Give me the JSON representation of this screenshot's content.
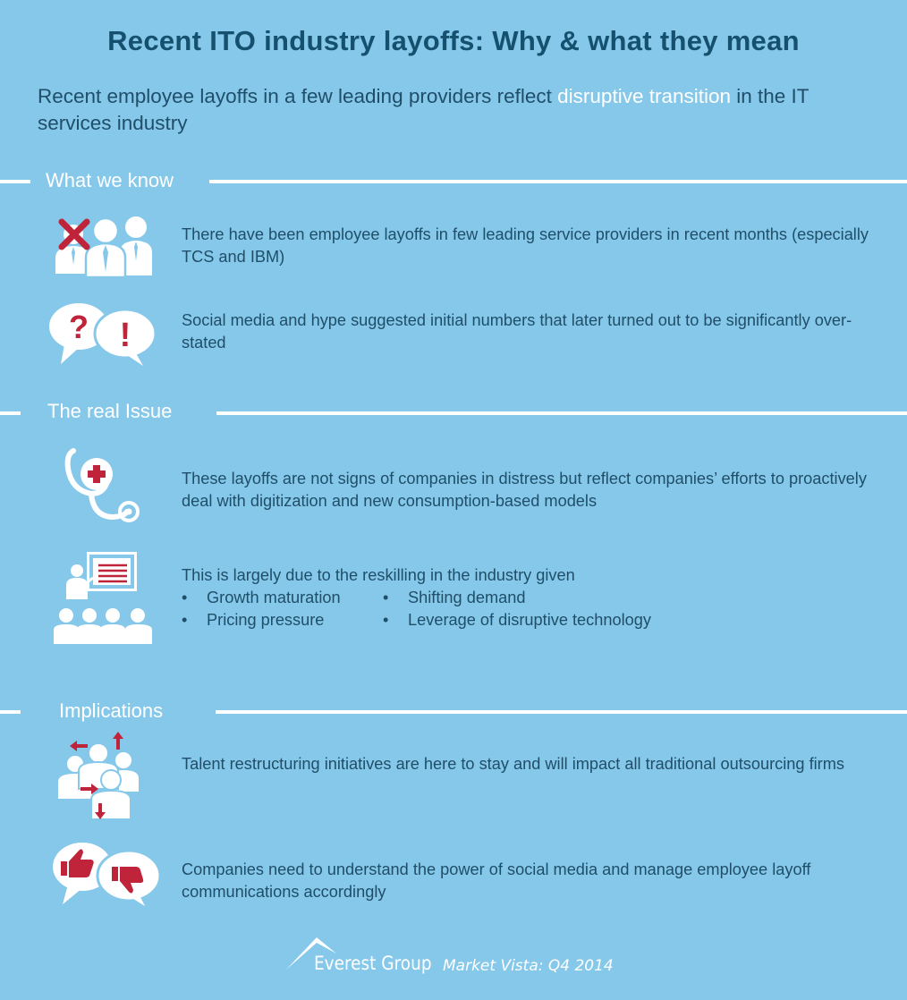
{
  "header": {
    "title": "Recent ITO industry layoffs: Why & what they mean",
    "subtitle_before": "Recent employee layoffs in a few leading providers reflect ",
    "subtitle_highlight": "disruptive transition",
    "subtitle_after": " in the IT services industry"
  },
  "sections": {
    "what_we_know": {
      "label": "What we know",
      "item1": "There have been employee layoffs in few leading service providers in recent months (especially TCS and IBM)",
      "item2": "Social media and hype suggested initial numbers that later turned out to be significantly over-stated"
    },
    "real_issue": {
      "label": "The real Issue",
      "item1": "These layoffs are not signs of companies in distress but reflect companies’ efforts to proactively deal with digitization and new consumption-based models",
      "item2_intro": "This is largely due to the reskilling in the industry given",
      "bullets": [
        "Growth maturation",
        "Shifting demand",
        "Pricing pressure",
        "Leverage of disruptive technology"
      ],
      "bullet_char": "•"
    },
    "implications": {
      "label": "Implications",
      "item1": "Talent restructuring initiatives are here to stay and will impact all traditional outsourcing firms",
      "item2": "Companies need to understand the power of social media and manage employee layoff communications accordingly"
    }
  },
  "footer": {
    "brand": "Everest Group",
    "tagline": "Market Vista: Q4 2014"
  },
  "icons": [
    "layoff-people-icon",
    "question-exclamation-bubbles-icon",
    "stethoscope-icon",
    "presentation-audience-icon",
    "restructuring-arrows-icon",
    "thumbs-bubbles-icon"
  ],
  "colors": {
    "background": "#86c8ea",
    "title": "#16506f",
    "accent_red": "#c0243a",
    "white": "#ffffff"
  }
}
